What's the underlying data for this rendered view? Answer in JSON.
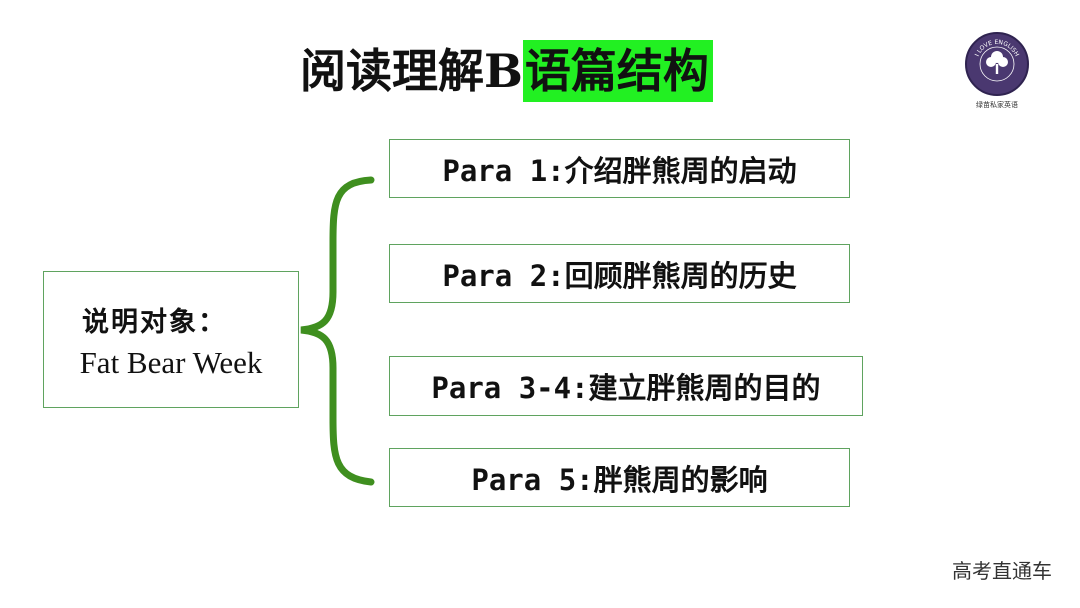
{
  "title": {
    "prefix": "阅读理解B",
    "highlight": "语篇结构"
  },
  "logo": {
    "text": "I LOVE ENGLISH",
    "caption": "绿苗私家英语"
  },
  "subject": {
    "label": "说明对象：",
    "value": "Fat Bear Week"
  },
  "paragraphs": [
    {
      "text": "Para 1:介绍胖熊周的启动"
    },
    {
      "text": "Para 2:回顾胖熊周的历史"
    },
    {
      "text": "Para 3-4:建立胖熊周的目的"
    },
    {
      "text": "Para 5:胖熊周的影响"
    }
  ],
  "watermark": "高考直通车",
  "colors": {
    "highlight": "#22f022",
    "brace": "#3f8f1f",
    "box_border": "#5fa35f"
  }
}
